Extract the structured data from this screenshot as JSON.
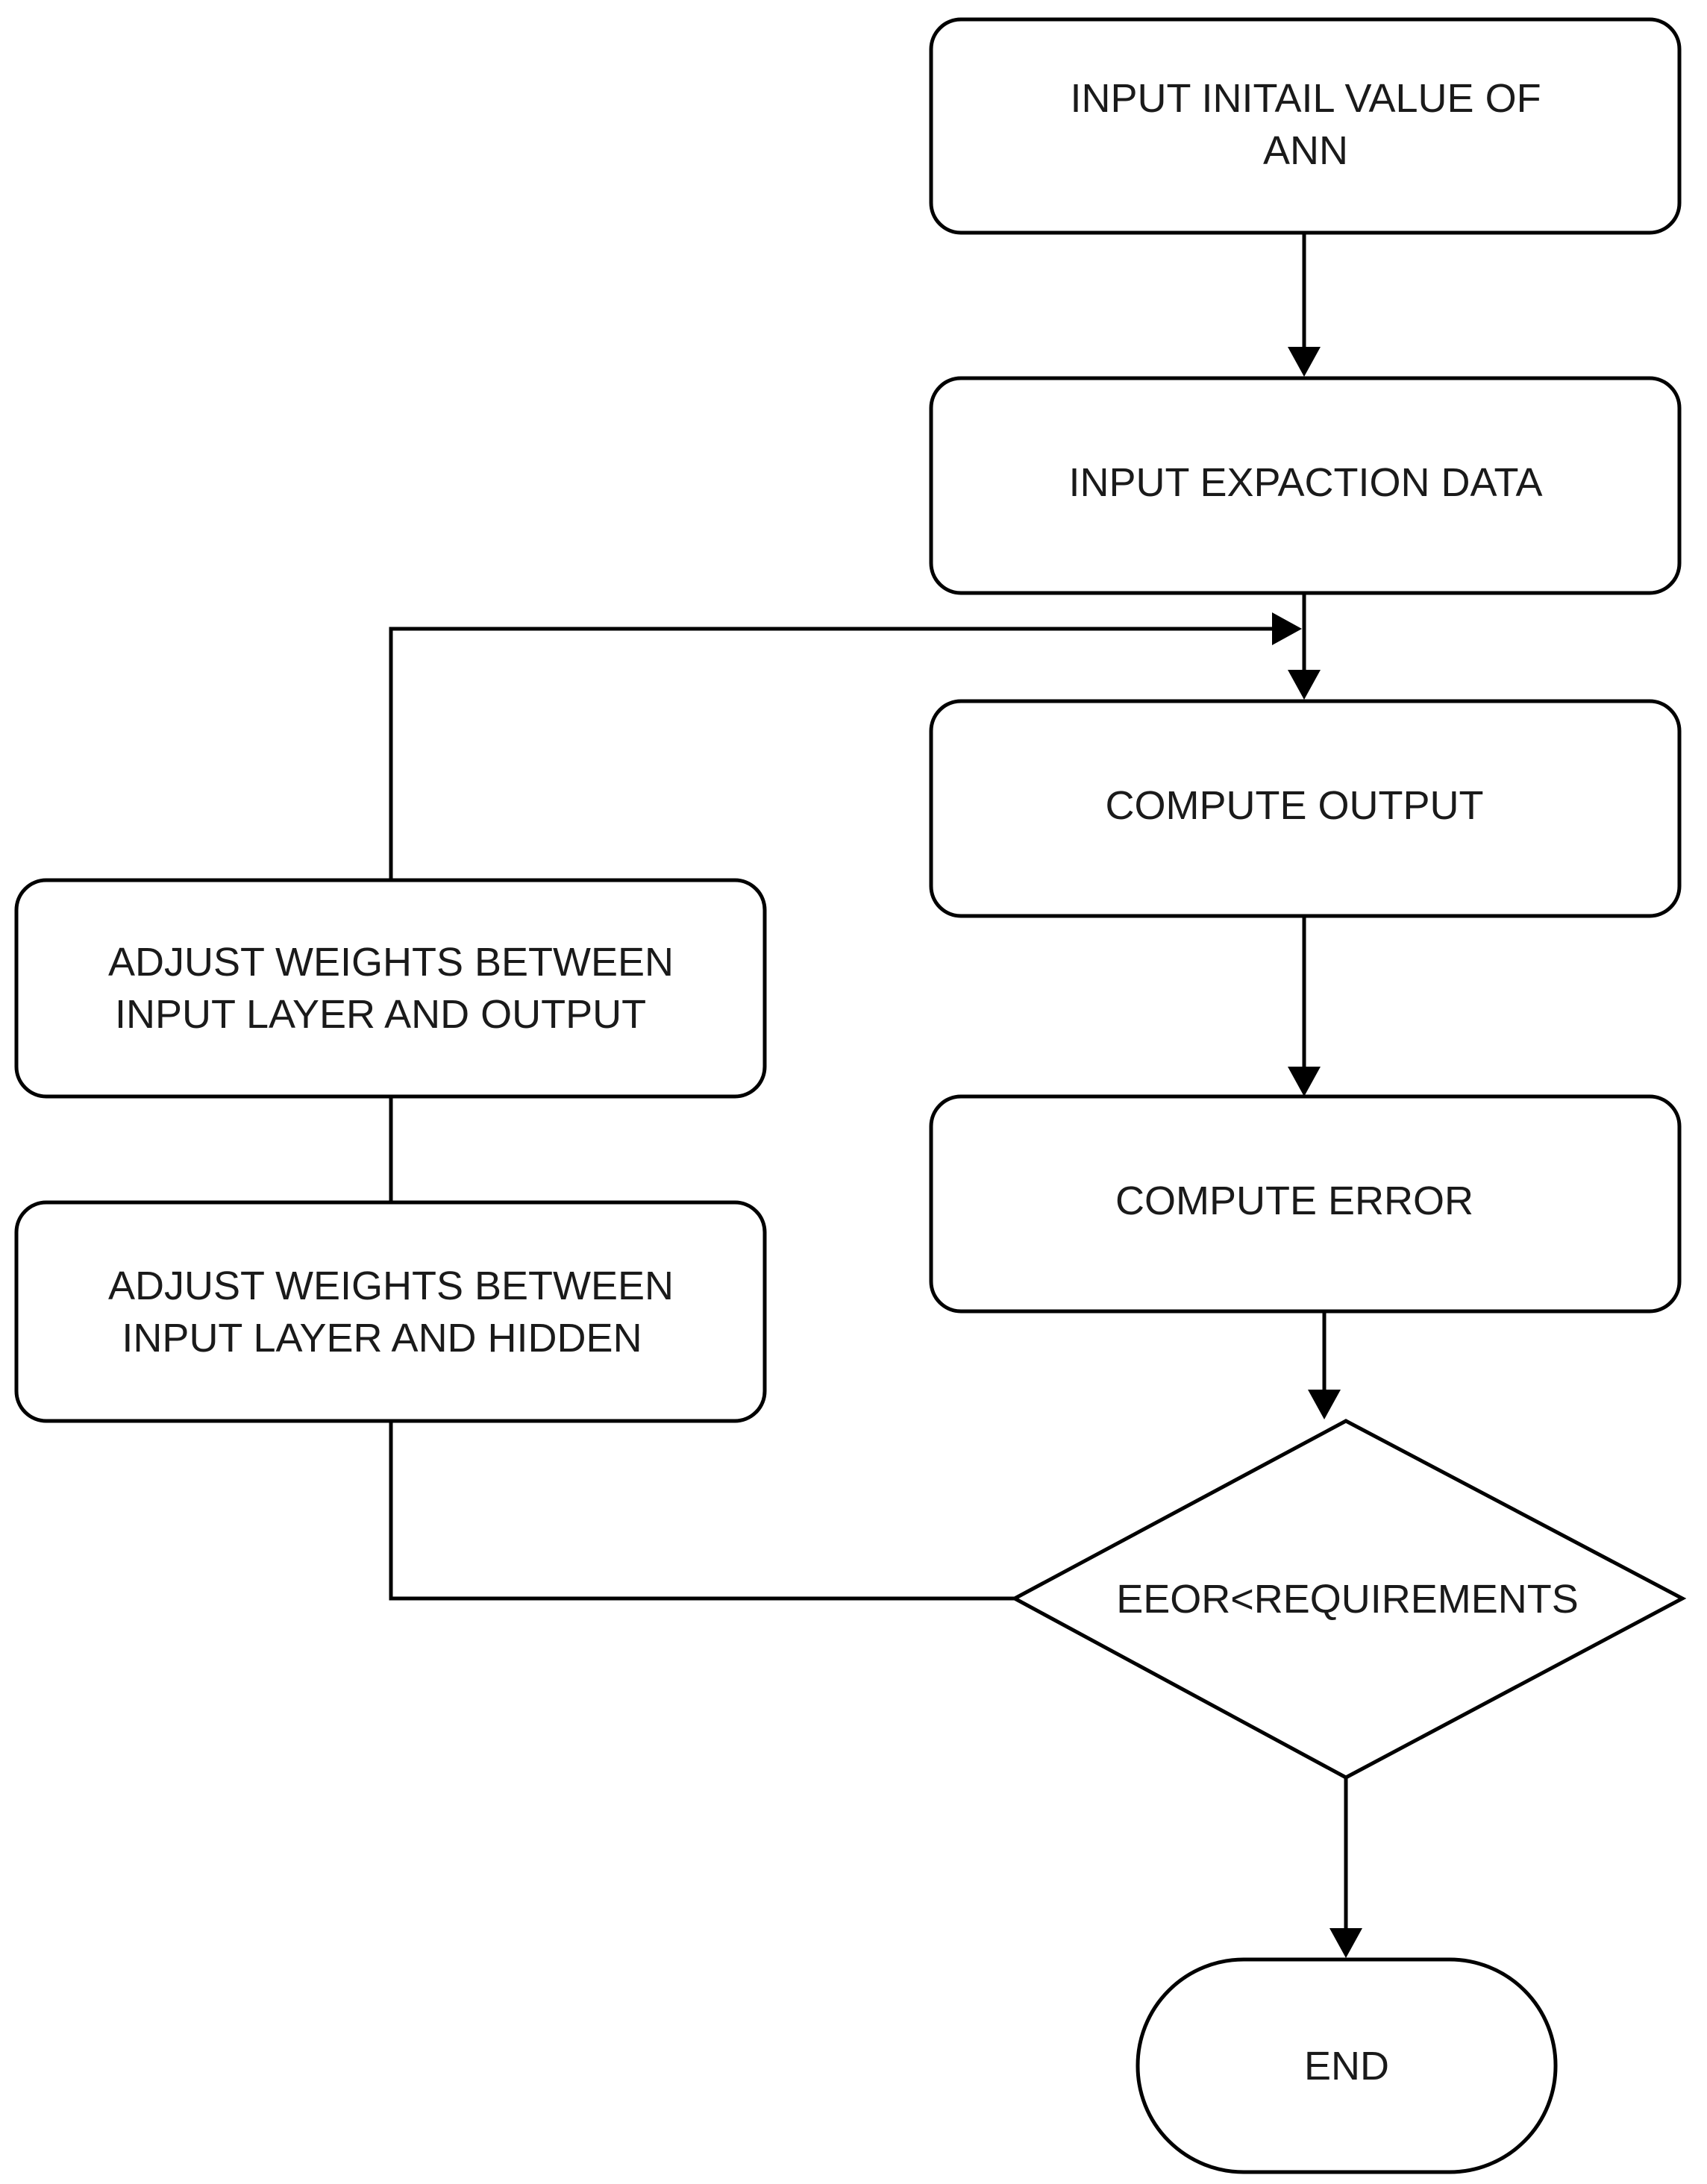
{
  "flowchart": {
    "nodes": {
      "input_initial": {
        "line1": "INPUT INITAIL VALUE OF",
        "line2": "ANN"
      },
      "input_expaction": {
        "label": "INPUT EXPACTION DATA"
      },
      "compute_output": {
        "label": "COMPUTE OUTPUT"
      },
      "compute_error": {
        "label": "COMPUTE  ERROR"
      },
      "decision": {
        "label": "EEOR<REQUIREMENTS"
      },
      "end": {
        "label": "END"
      },
      "adjust_output": {
        "line1": "ADJUST WEIGHTS BETWEEN",
        "line2": "INPUT LAYER AND OUTPUT"
      },
      "adjust_hidden": {
        "line1": "ADJUST WEIGHTS BETWEEN",
        "line2": "INPUT LAYER AND HIDDEN"
      }
    },
    "colors": {
      "stroke": "#000000",
      "fill": "#ffffff",
      "text": "#1a1a1a"
    }
  }
}
